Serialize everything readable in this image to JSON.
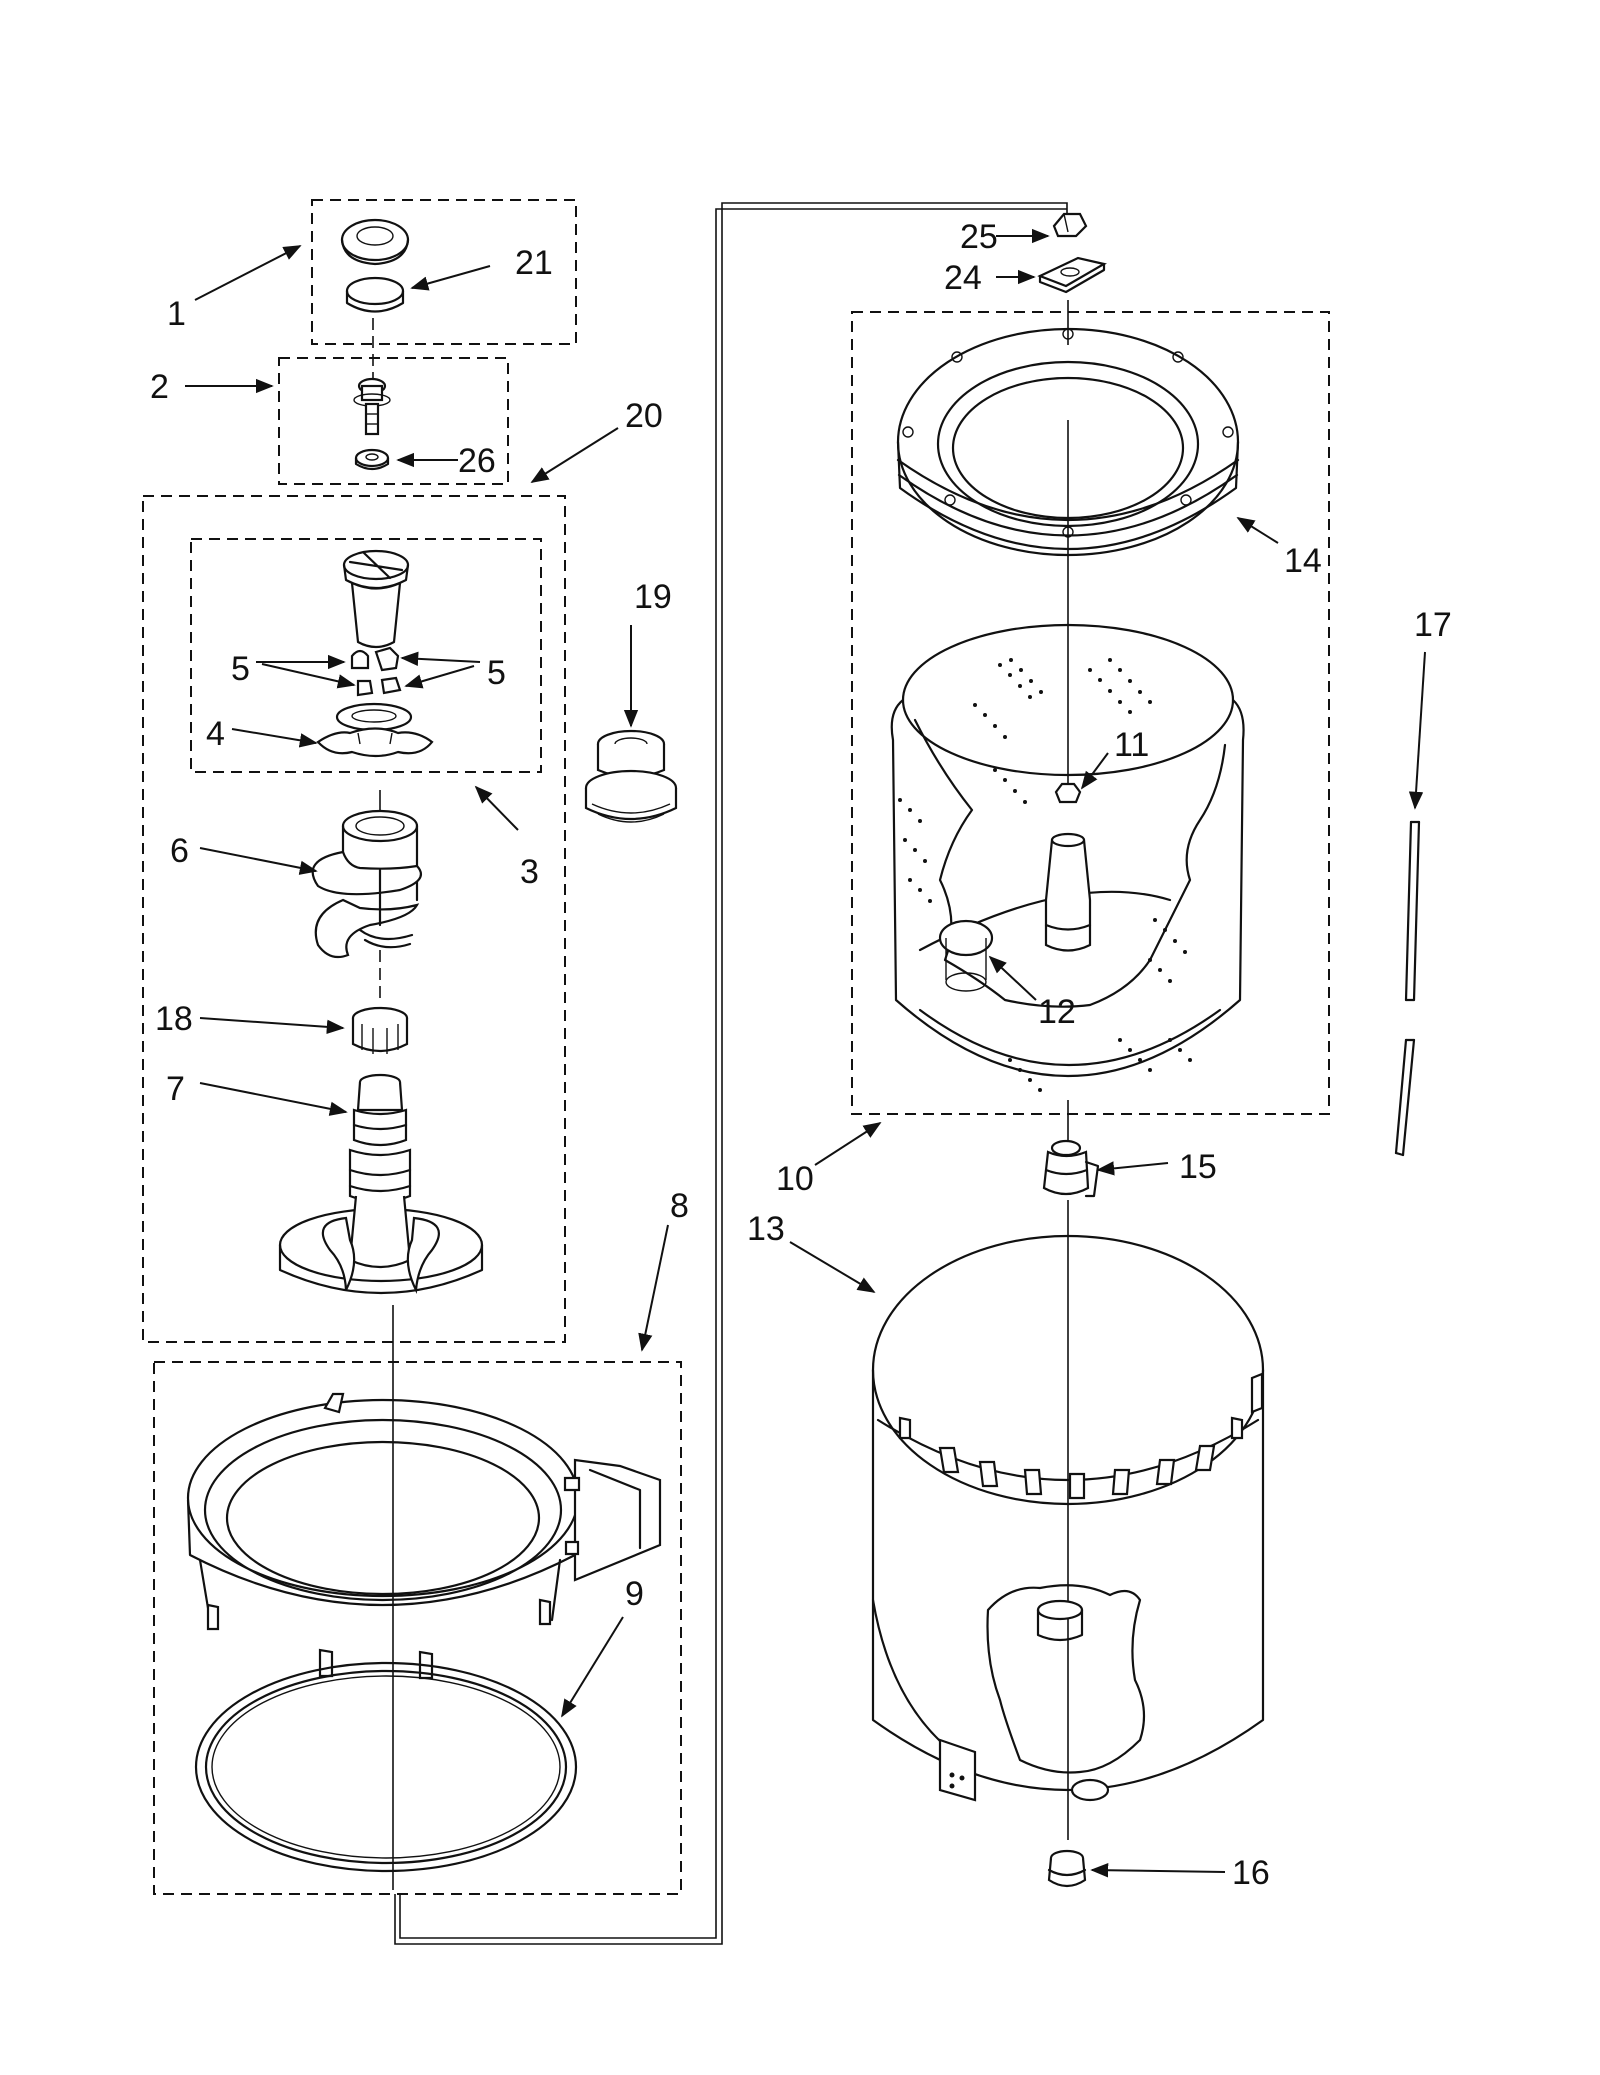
{
  "callouts": [
    {
      "id": "c1",
      "text": "1"
    },
    {
      "id": "c2",
      "text": "2"
    },
    {
      "id": "c3",
      "text": "3"
    },
    {
      "id": "c4",
      "text": "4"
    },
    {
      "id": "c5a",
      "text": "5"
    },
    {
      "id": "c5b",
      "text": "5"
    },
    {
      "id": "c6",
      "text": "6"
    },
    {
      "id": "c7",
      "text": "7"
    },
    {
      "id": "c8",
      "text": "8"
    },
    {
      "id": "c9",
      "text": "9"
    },
    {
      "id": "c10",
      "text": "10"
    },
    {
      "id": "c11",
      "text": "11"
    },
    {
      "id": "c12",
      "text": "12"
    },
    {
      "id": "c13",
      "text": "13"
    },
    {
      "id": "c14",
      "text": "14"
    },
    {
      "id": "c15",
      "text": "15"
    },
    {
      "id": "c16",
      "text": "16"
    },
    {
      "id": "c17",
      "text": "17"
    },
    {
      "id": "c18",
      "text": "18"
    },
    {
      "id": "c19",
      "text": "19"
    },
    {
      "id": "c20",
      "text": "20"
    },
    {
      "id": "c21",
      "text": "21"
    },
    {
      "id": "c24",
      "text": "24"
    },
    {
      "id": "c25",
      "text": "25"
    },
    {
      "id": "c26",
      "text": "26"
    }
  ]
}
